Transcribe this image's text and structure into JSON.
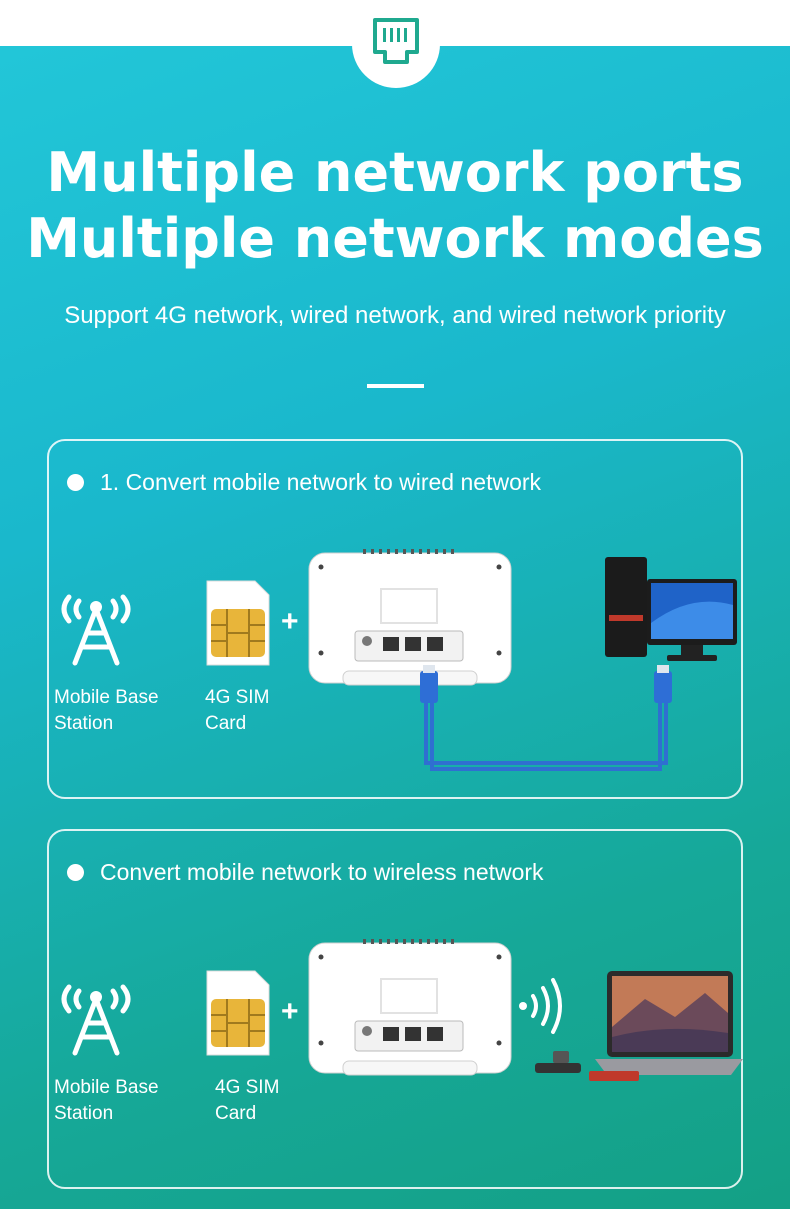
{
  "header": {
    "badge_icon": "ethernet-port-icon",
    "title_line1": "Multiple network ports",
    "title_line2": "Multiple network modes",
    "subtitle": "Support 4G network, wired network, and wired network priority"
  },
  "colors": {
    "accent": "#1fb9cd",
    "accent_dark": "#14a085",
    "white": "#ffffff"
  },
  "panels": [
    {
      "heading": "1. Convert mobile network to wired network",
      "tower_label_line1": "Mobile Base",
      "tower_label_line2": "Station",
      "sim_label_line1": "4G SIM",
      "sim_label_line2": "Card",
      "plus": "+",
      "device_icon": "desktop-computer-icon",
      "link_icon": "ethernet-cable-icon"
    },
    {
      "heading": "Convert mobile network to wireless network",
      "tower_label_line1": "Mobile Base",
      "tower_label_line2": "Station",
      "sim_label_line1": "4G SIM",
      "sim_label_line2": "Card",
      "plus": "+",
      "device_icon": "laptop-icon",
      "link_icon": "wifi-signal-icon"
    }
  ]
}
